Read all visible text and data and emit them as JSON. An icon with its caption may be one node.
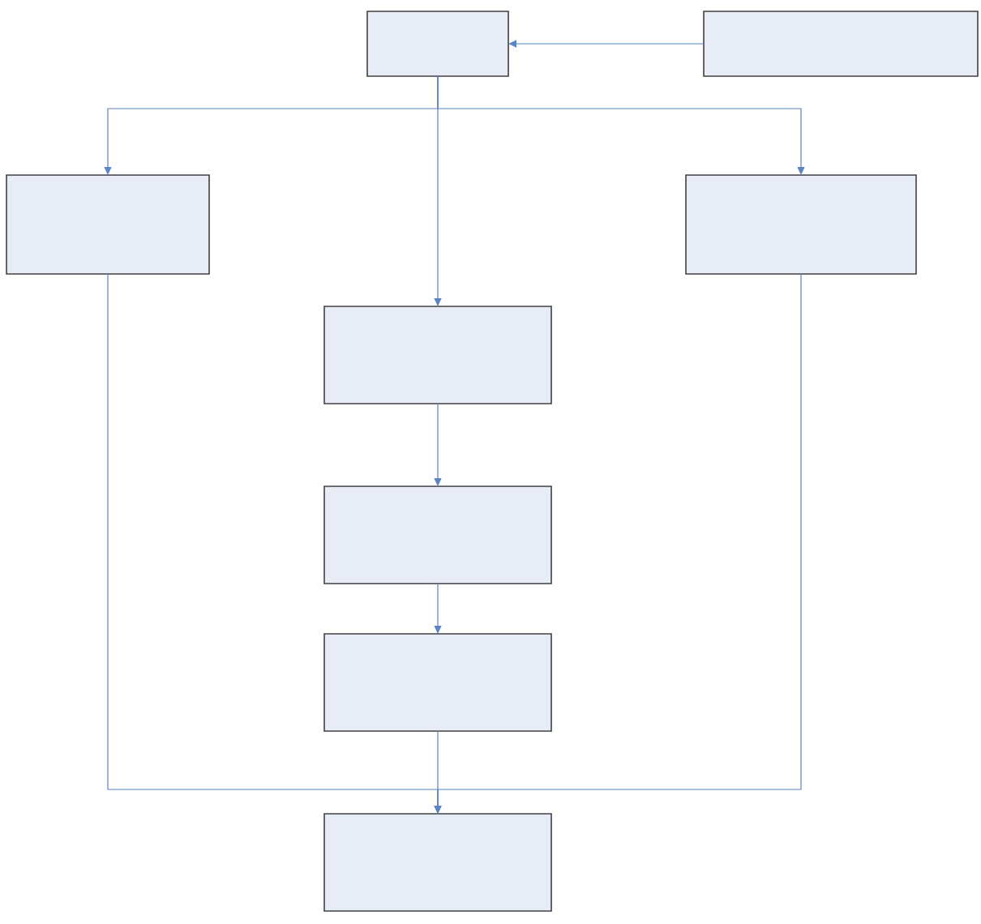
{
  "diagram": {
    "nodes": [
      {
        "text": [],
        "shape": "box"
      },
      {
        "text": [],
        "shape": "box"
      },
      {
        "text": [],
        "shape": "box"
      },
      {
        "text": [],
        "shape": "box"
      },
      {
        "text": [],
        "shape": "box"
      },
      {
        "text": [],
        "shape": "box"
      },
      {
        "text": [],
        "shape": "box"
      },
      {
        "text": [],
        "shape": "box"
      }
    ],
    "edges": [
      {
        "from": 1,
        "to": 0,
        "arrow": "to"
      },
      {
        "from": 0,
        "to": 2,
        "arrow": "to"
      },
      {
        "from": 0,
        "to": 4,
        "arrow": "to"
      },
      {
        "from": 0,
        "to": 3,
        "arrow": "to"
      },
      {
        "from": 4,
        "to": 5,
        "arrow": "to"
      },
      {
        "from": 5,
        "to": 6,
        "arrow": "to"
      },
      {
        "from": 6,
        "to": 7,
        "arrow": "to"
      },
      {
        "from": 2,
        "to": 7,
        "arrow": "to"
      },
      {
        "from": 3,
        "to": 7,
        "arrow": "to"
      }
    ]
  }
}
